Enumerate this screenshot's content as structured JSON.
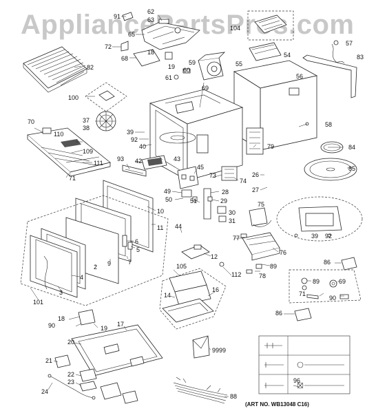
{
  "watermark": "AppliancePartsPros.com",
  "art_number": "(ART NO. WB13048 C16)",
  "labels": {
    "l91": "91",
    "l62": "62",
    "l63": "63",
    "l104": "104",
    "l65": "65",
    "l57": "57",
    "l72": "72",
    "l83": "83",
    "l68": "68",
    "l54": "54",
    "l18a": "18",
    "l19a": "19",
    "l59": "59",
    "l55": "55",
    "l60": "60",
    "l82": "82",
    "l61": "61",
    "l56": "56",
    "l69a": "69",
    "l100": "100",
    "l37": "37",
    "l38": "38",
    "l58": "58",
    "l70": "70",
    "l110": "110",
    "l39a": "39",
    "l92a": "92",
    "l40": "40",
    "l109": "109",
    "l79": "79",
    "l84": "84",
    "l93": "93",
    "l42": "42",
    "l43": "43",
    "l45": "45",
    "l111": "111",
    "l85": "85",
    "l73": "73",
    "l74": "74",
    "l26": "26",
    "l71a": "71",
    "l49": "49",
    "l28": "28",
    "l27": "27",
    "l50": "50",
    "l51": "51",
    "l29": "29",
    "l75": "75",
    "l30": "30",
    "l31": "31",
    "l10": "10",
    "l11": "11",
    "l44": "44",
    "l6": "6",
    "l39b": "39",
    "l92b": "92",
    "l5": "5",
    "l77": "77",
    "l76": "76",
    "l9": "9",
    "l7": "7",
    "l12": "12",
    "l2": "2",
    "l86a": "86",
    "l89a": "89",
    "l105": "105",
    "l4": "4",
    "l89b": "89",
    "l69b": "69",
    "l112": "112",
    "l78": "78",
    "l16": "16",
    "l14": "14",
    "l71b": "71",
    "l90a": "90",
    "l3": "3",
    "l101": "101",
    "l18b": "18",
    "l90b": "90",
    "l19b": "19",
    "l86b": "86",
    "l17": "17",
    "l20": "20",
    "l9999": "9999",
    "l21": "21",
    "l22": "22",
    "l23": "23",
    "l24": "24",
    "l96": "96",
    "l88": "88"
  }
}
